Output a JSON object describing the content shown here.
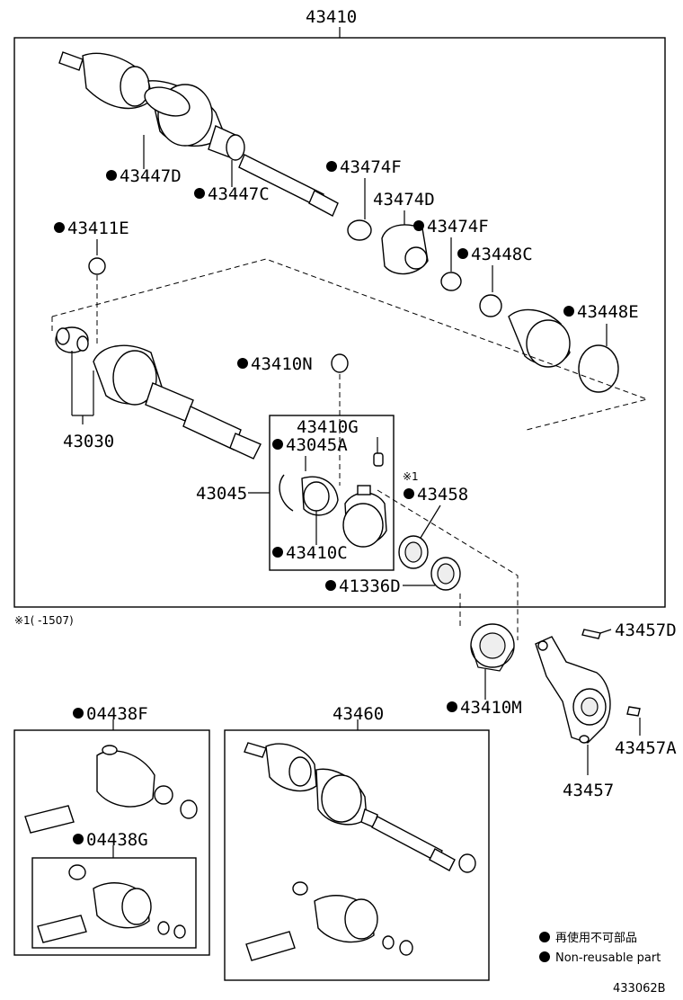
{
  "labels": {
    "main_assembly": "43410",
    "boot_clamp_set_outer": "43447D",
    "boot_clamp_outer": "43447C",
    "inboard_clamp_a": "43474F",
    "damper": "43474D",
    "inboard_clamp_b": "43474F",
    "inboard_clamp_c": "43448C",
    "inboard_boot_band": "43448E",
    "snap_ring_top": "43411E",
    "tripod_joint": "43030",
    "snap_ring_n": "43410N",
    "center_bearing_bracket_pin": "43410G",
    "bearing_seal_a": "43045A",
    "bearing_set": "43045",
    "bearing_c": "43410C",
    "dust_seal_note": "※1",
    "dust_seal": "43458",
    "oil_seal": "41336D",
    "footnote": "※1(   -1507)",
    "bearing_m": "43410M",
    "bracket_bolt_d": "43457D",
    "bracket_bolt_a": "43457A",
    "bracket": "43457",
    "boot_kit_f": "04438F",
    "boot_kit_g": "04438G",
    "drive_shaft_assy": "43460",
    "legend_jp": "再使用不可部品",
    "legend_en": "Non-reusable part",
    "figure_code": "433062B"
  },
  "colors": {
    "line": "#000000",
    "background": "#ffffff",
    "marker": "#000000"
  },
  "icons": {
    "non_reusable_marker": "filled-circle-icon"
  }
}
